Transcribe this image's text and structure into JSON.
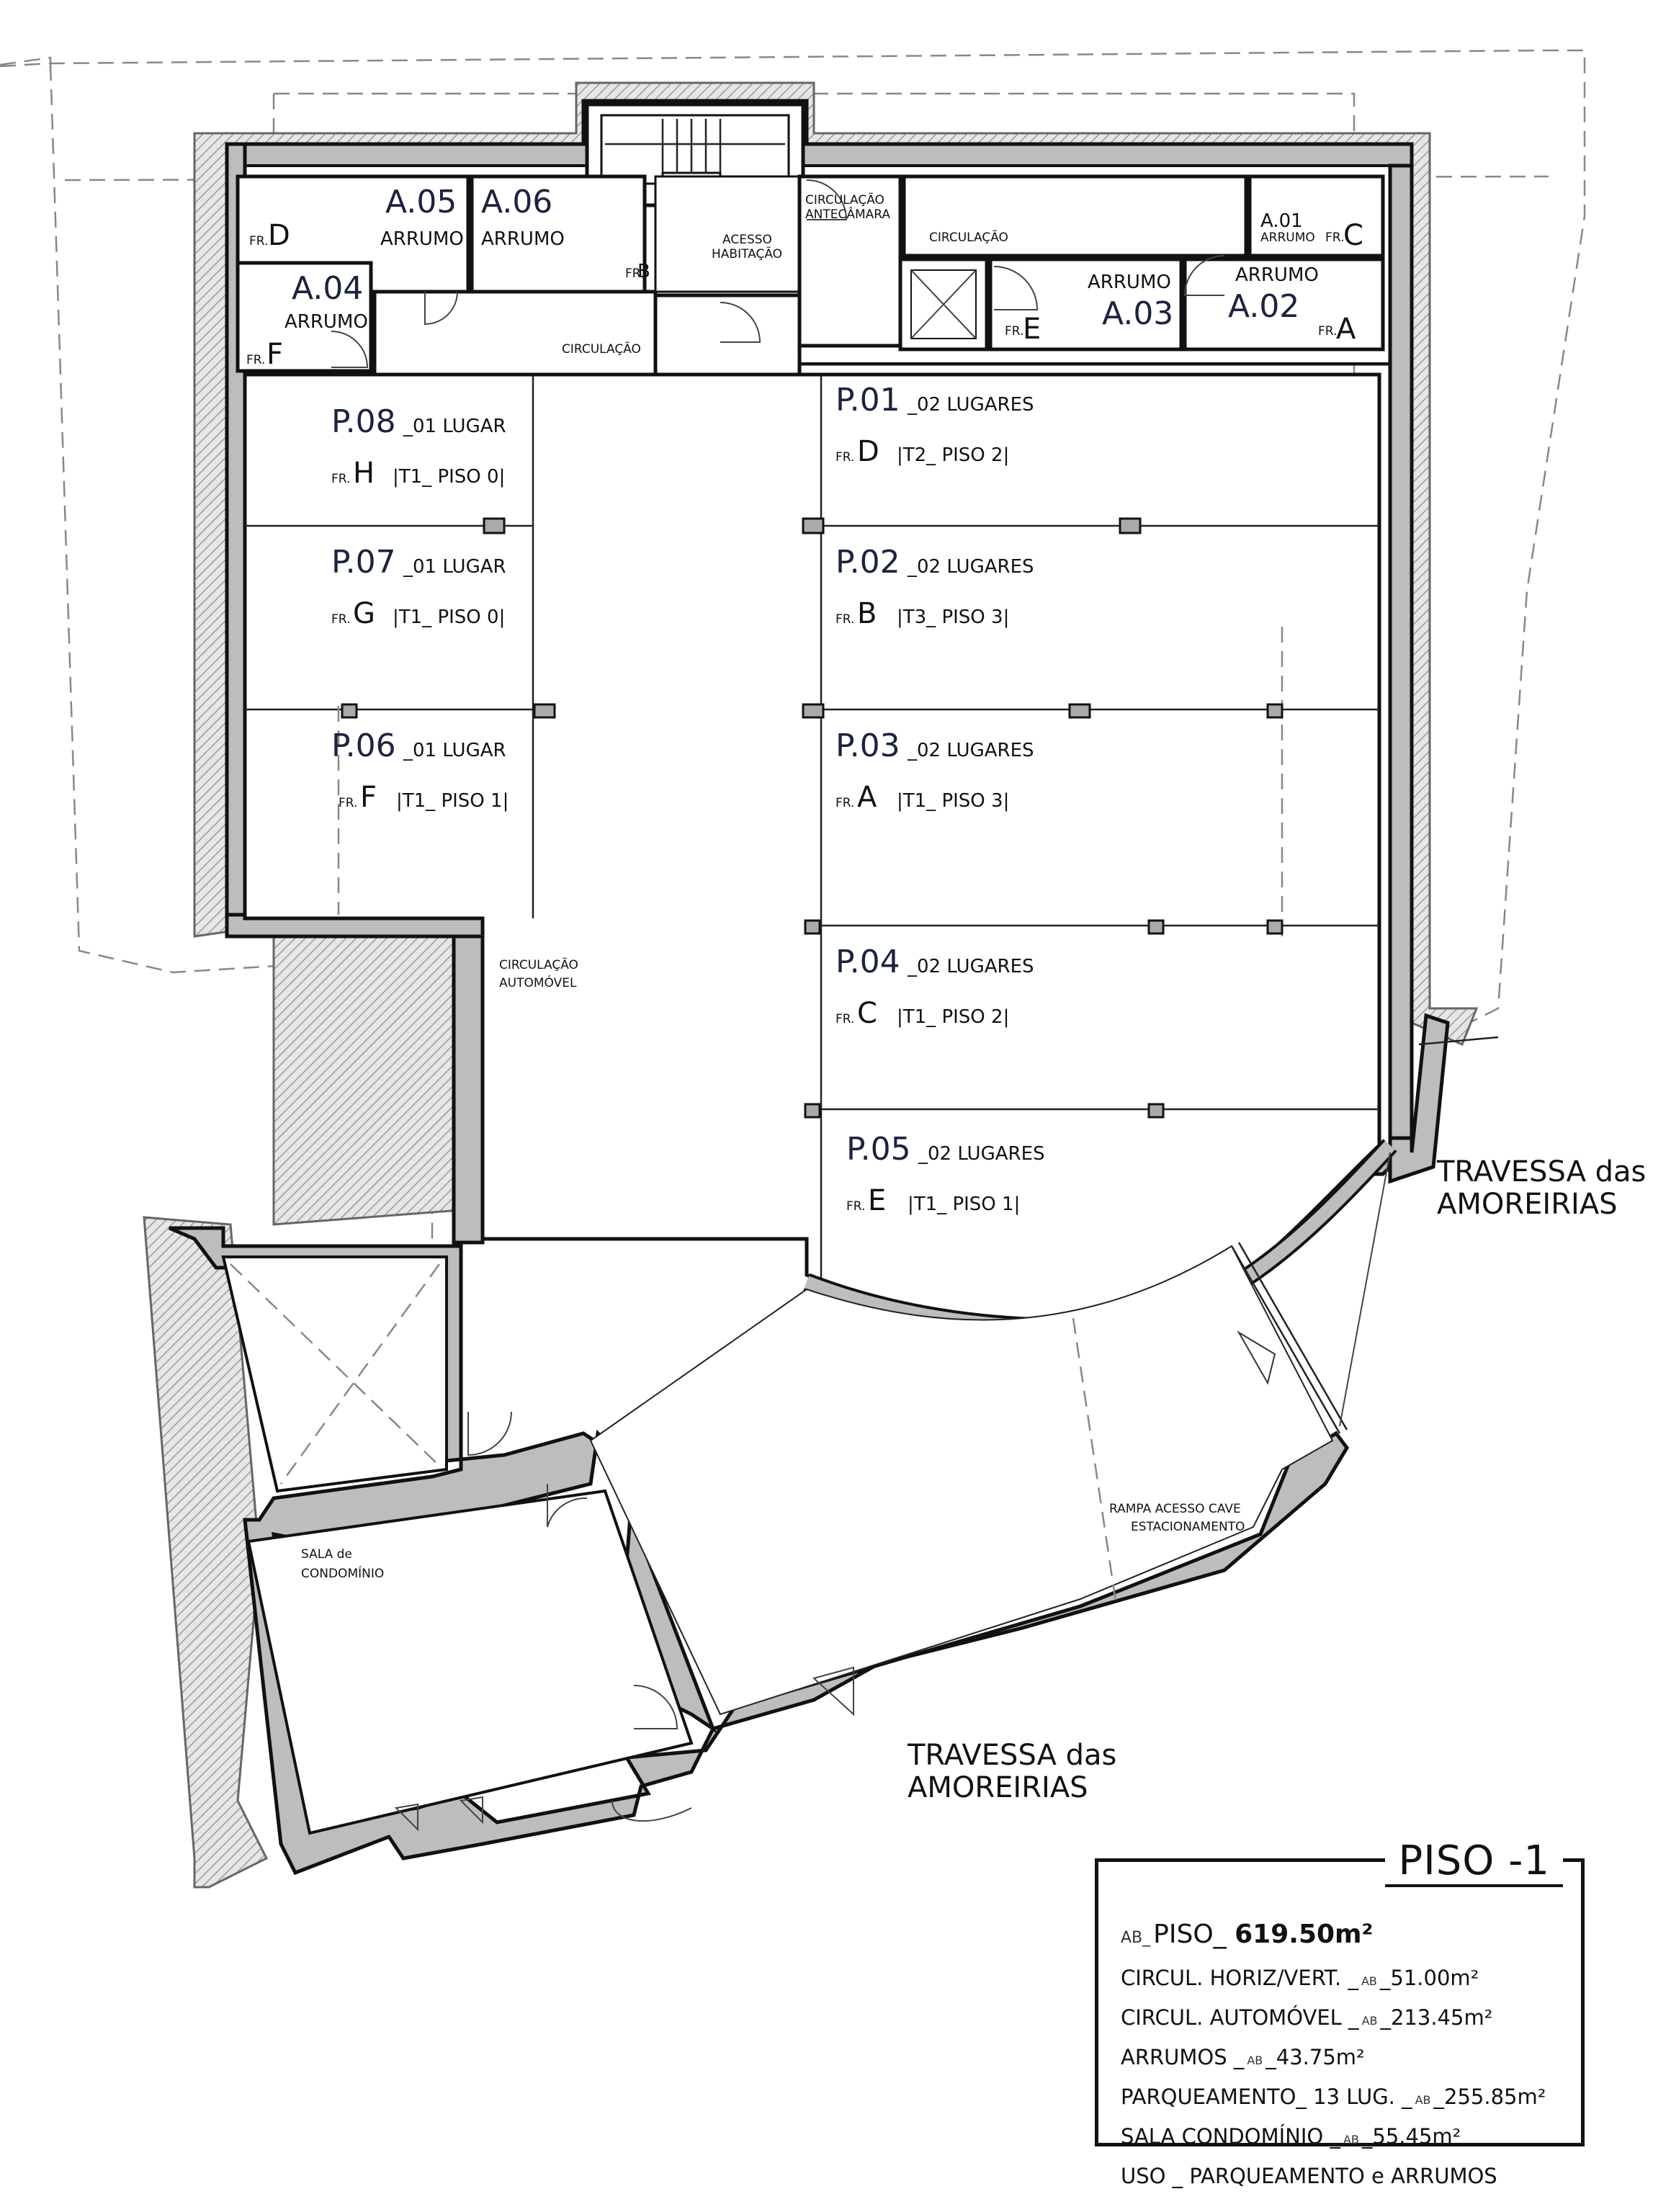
{
  "floor_title": "PISO -1",
  "summary": {
    "area_prefix": "AB_",
    "piso_label": "PISO_",
    "piso_area": "619.50m²",
    "rows": [
      {
        "label": "CIRCUL. HORIZ/VERT. _",
        "sub": "AB",
        "value": "_51.00m²"
      },
      {
        "label": "CIRCUL. AUTOMÓVEL _",
        "sub": "AB",
        "value": "_213.45m²"
      },
      {
        "label": "ARRUMOS _",
        "sub": "AB",
        "value": "_43.75m²"
      },
      {
        "label": "PARQUEAMENTO_ 13 LUG. _",
        "sub": "AB",
        "value": "_255.85m²"
      },
      {
        "label": "SALA CONDOMÍNIO _",
        "sub": "AB",
        "value": "_55.45m²"
      }
    ],
    "uso": "USO _ PARQUEAMENTO e ARRUMOS"
  },
  "storage": [
    {
      "id": "A.05",
      "name": "ARRUMO",
      "fr": "FR.",
      "letter": "D"
    },
    {
      "id": "A.06",
      "name": "ARRUMO",
      "fr": "FR.",
      "letter": "B"
    },
    {
      "id": "A.04",
      "name": "ARRUMO",
      "fr": "FR.",
      "letter": "F"
    },
    {
      "id": "A.01",
      "name": "ARRUMO",
      "fr": "FR.",
      "letter": "C"
    },
    {
      "id": "A.03",
      "name": "ARRUMO",
      "fr": "FR.",
      "letter": "E"
    },
    {
      "id": "A.02",
      "name": "ARRUMO",
      "fr": "FR.",
      "letter": "A"
    }
  ],
  "parking": [
    {
      "id": "P.08",
      "places": "_01 LUGAR",
      "fr": "FR.",
      "letter": "H",
      "type": "|T1_ PISO 0|"
    },
    {
      "id": "P.07",
      "places": "_01 LUGAR",
      "fr": "FR.",
      "letter": "G",
      "type": "|T1_ PISO 0|"
    },
    {
      "id": "P.06",
      "places": "_01 LUGAR",
      "fr": "FR.",
      "letter": "F",
      "type": "|T1_ PISO 1|"
    },
    {
      "id": "P.01",
      "places": "_02 LUGARES",
      "fr": "FR.",
      "letter": "D",
      "type": "|T2_ PISO 2|"
    },
    {
      "id": "P.02",
      "places": "_02 LUGARES",
      "fr": "FR.",
      "letter": "B",
      "type": "|T3_ PISO 3|"
    },
    {
      "id": "P.03",
      "places": "_02 LUGARES",
      "fr": "FR.",
      "letter": "A",
      "type": "|T1_ PISO 3|"
    },
    {
      "id": "P.04",
      "places": "_02 LUGARES",
      "fr": "FR.",
      "letter": "C",
      "type": "|T1_ PISO 2|"
    },
    {
      "id": "P.05",
      "places": "_02 LUGARES",
      "fr": "FR.",
      "letter": "E",
      "type": "|T1_ PISO 1|"
    }
  ],
  "labels": {
    "circulacao": "CIRCULAÇÃO",
    "circ_antecamara_1": "CIRCULAÇÃO",
    "circ_antecamara_2": "ANTECÂMARA",
    "acesso_1": "ACESSO",
    "acesso_2": "HABITAÇÃO",
    "circ_auto_1": "CIRCULAÇÃO",
    "circ_auto_2": "AUTOMÓVEL",
    "rampa_1": "RAMPA ACESSO CAVE",
    "rampa_2": "ESTACIONAMENTO",
    "sala_1": "SALA de",
    "sala_2": "CONDOMÍNIO"
  },
  "streets": [
    {
      "line1": "TRAVESSA das",
      "line2": "AMOREIRIAS"
    },
    {
      "line1": "TRAVESSA das",
      "line2": "AMOREIRIAS"
    }
  ]
}
